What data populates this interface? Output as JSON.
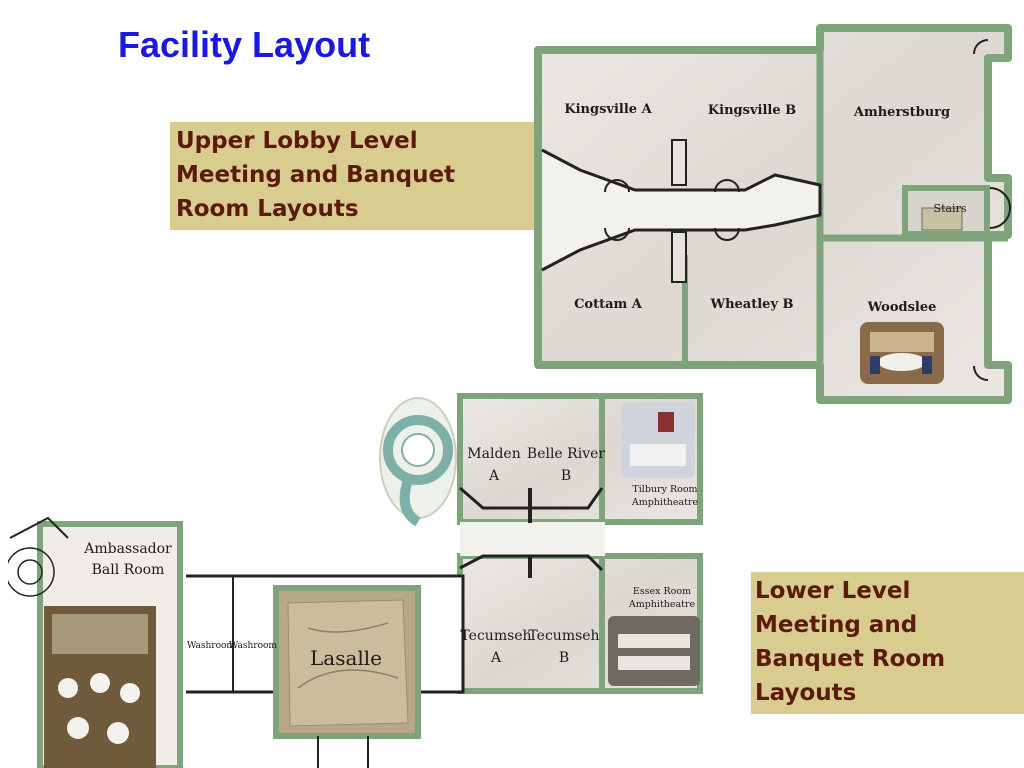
{
  "title": "Facility Layout",
  "upper_caption": [
    "Upper Lobby Level",
    "Meeting and Banquet",
    "Room Layouts"
  ],
  "lower_caption": [
    "Lower Level",
    "Meeting and",
    "Banquet Room",
    "Layouts"
  ],
  "colors": {
    "title": "#1a1adf",
    "caption_bg": "#d9cc8f",
    "caption_text": "#5a1a0c",
    "wall": "#7fa37a",
    "floor": "#e8e4df",
    "door": "#222222"
  },
  "upper_floor": {
    "rooms": {
      "kingsville_a": "Kingsville A",
      "kingsville_b": "Kingsville B",
      "amherstburg": "Amherstburg",
      "stairs": "Stairs",
      "cottam_a": "Cottam A",
      "wheatley_b": "Wheatley B",
      "woodslee": "Woodslee"
    }
  },
  "lower_floor": {
    "rooms": {
      "malden": [
        "Malden",
        "A"
      ],
      "belle_river": [
        "Belle River",
        "B"
      ],
      "tilbury": [
        "Tilbury Room",
        "Amphitheatre"
      ],
      "tecumseh_a": [
        "Tecumseh",
        "A"
      ],
      "tecumseh_b": [
        "Tecumseh",
        "B"
      ],
      "essex": [
        "Essex Room",
        "Amphitheatre"
      ],
      "lasalle": "Lasalle",
      "washroom_1": "Washroom",
      "washroom_2": "Washroom",
      "ambassador": [
        "Ambassador",
        "Ball Room"
      ]
    }
  }
}
